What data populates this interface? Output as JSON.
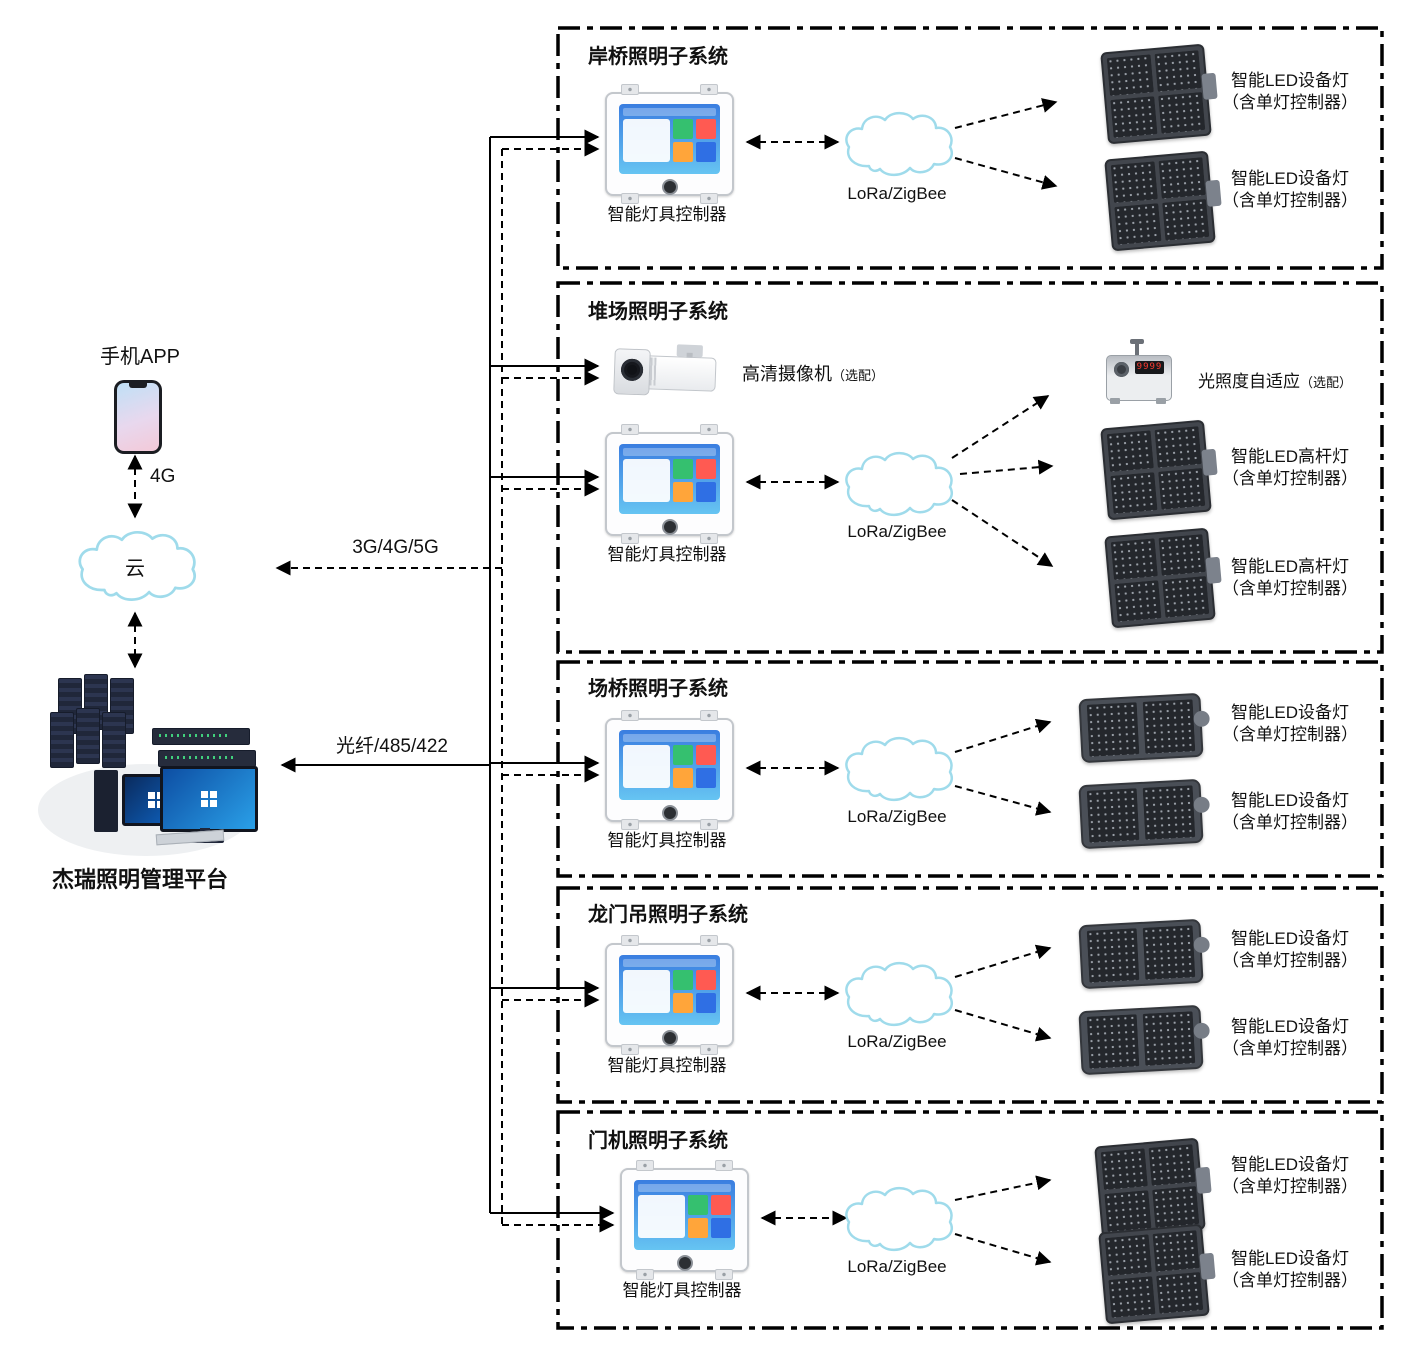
{
  "left": {
    "app_label": "手机APP",
    "link_app_cloud": "4G",
    "cloud_label": "云",
    "platform_label": "杰瑞照明管理平台",
    "link_cloud_bus": "3G/4G/5G",
    "link_platform_bus": "光纤/485/422"
  },
  "subsystems": [
    {
      "title": "岸桥照明子系统",
      "controller": "智能灯具控制器",
      "network": "LoRa/ZigBee",
      "lights": [
        {
          "name": "智能LED设备灯",
          "note": "（含单灯控制器）"
        },
        {
          "name": "智能LED设备灯",
          "note": "（含单灯控制器）"
        }
      ]
    },
    {
      "title": "堆场照明子系统",
      "camera": "高清摄像机",
      "camera_note": "（选配）",
      "controller": "智能灯具控制器",
      "network": "LoRa/ZigBee",
      "sensor": "光照度自适应",
      "sensor_note": "（选配）",
      "sensor_display": "9999",
      "lights": [
        {
          "name": "智能LED高杆灯",
          "note": "（含单灯控制器）"
        },
        {
          "name": "智能LED高杆灯",
          "note": "（含单灯控制器）"
        }
      ]
    },
    {
      "title": "场桥照明子系统",
      "controller": "智能灯具控制器",
      "network": "LoRa/ZigBee",
      "lights": [
        {
          "name": "智能LED设备灯",
          "note": "（含单灯控制器）"
        },
        {
          "name": "智能LED设备灯",
          "note": "（含单灯控制器）"
        }
      ]
    },
    {
      "title": "龙门吊照明子系统",
      "controller": "智能灯具控制器",
      "network": "LoRa/ZigBee",
      "lights": [
        {
          "name": "智能LED设备灯",
          "note": "（含单灯控制器）"
        },
        {
          "name": "智能LED设备灯",
          "note": "（含单灯控制器）"
        }
      ]
    },
    {
      "title": "门机照明子系统",
      "controller": "智能灯具控制器",
      "network": "LoRa/ZigBee",
      "lights": [
        {
          "name": "智能LED设备灯",
          "note": "（含单灯控制器）"
        },
        {
          "name": "智能LED设备灯",
          "note": "（含单灯控制器）"
        }
      ]
    }
  ]
}
